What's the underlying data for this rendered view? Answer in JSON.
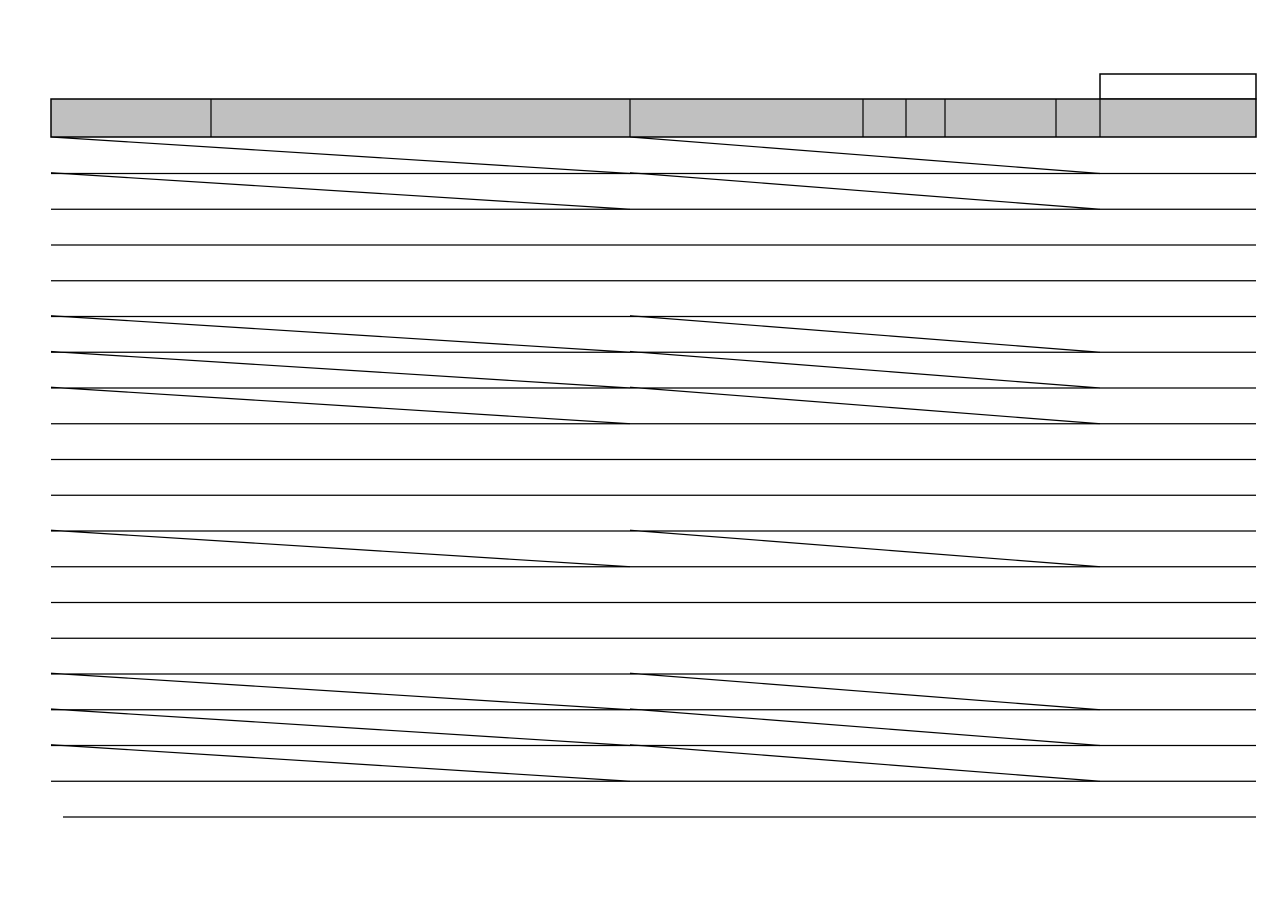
{
  "form": {
    "corner_box_text": "",
    "header_columns": [
      {
        "key": "col1",
        "label": ""
      },
      {
        "key": "col2",
        "label": ""
      },
      {
        "key": "col3",
        "label": ""
      },
      {
        "key": "col4",
        "label": ""
      },
      {
        "key": "col5",
        "label": ""
      },
      {
        "key": "col6",
        "label": ""
      },
      {
        "key": "col7",
        "label": ""
      },
      {
        "key": "col8",
        "label": ""
      }
    ],
    "rows": [
      {
        "struck_out": true
      },
      {
        "struck_out": true
      },
      {
        "struck_out": false
      },
      {
        "struck_out": false
      },
      {
        "struck_out": false
      },
      {
        "struck_out": true
      },
      {
        "struck_out": true
      },
      {
        "struck_out": true
      },
      {
        "struck_out": false
      },
      {
        "struck_out": false
      },
      {
        "struck_out": false
      },
      {
        "struck_out": true
      },
      {
        "struck_out": false
      },
      {
        "struck_out": false
      },
      {
        "struck_out": false
      },
      {
        "struck_out": true
      },
      {
        "struck_out": true
      },
      {
        "struck_out": true
      },
      {
        "struck_out": false
      }
    ]
  },
  "colors": {
    "header_fill": "#c0c0c0",
    "line": "#000000",
    "background": "#ffffff"
  }
}
